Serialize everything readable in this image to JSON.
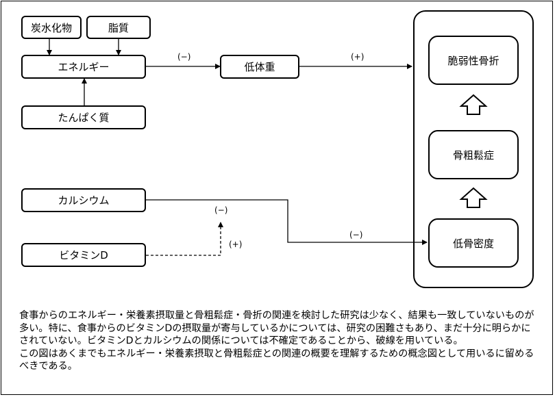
{
  "nodes": {
    "carbohydrate": "炭水化物",
    "fat": "脂質",
    "energy": "エネルギー",
    "protein": "たんぱく質",
    "low_weight": "低体重",
    "calcium": "カルシウム",
    "vitamin_d": "ビタミンD",
    "fragility_fracture": "脆弱性骨折",
    "osteoporosis": "骨粗鬆症",
    "low_bone_density": "低骨密度"
  },
  "edge_labels": {
    "energy_to_weight": "(−)",
    "weight_to_fracture": "(+)",
    "calcium_to_density": "(−)",
    "vitd_mod_minus": "(−)",
    "vitd_mod_plus": "(+)"
  },
  "note": {
    "paragraph1": "食事からのエネルギー・栄養素摂取量と骨粗鬆症・骨折の関連を検討した研究は少なく、結果も一致していないものが多い。特に、食事からのビタミンDの摂取量が寄与しているかについては、研究の困難さもあり、まだ十分に明らかにされていない。ビタミンDとカルシウムの関係については不確定であることから、破線を用いている。",
    "paragraph2": "この図はあくまでもエネルギー・栄養素摂取と骨粗鬆症との関連の概要を理解するための概念図として用いるに留めるべきである。"
  }
}
